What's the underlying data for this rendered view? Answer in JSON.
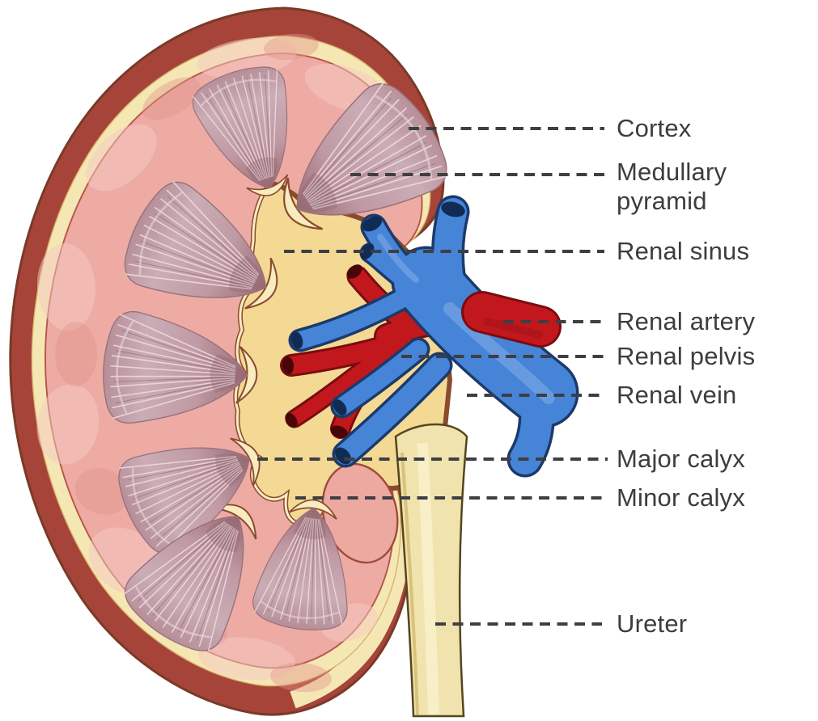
{
  "diagram": {
    "labels": [
      {
        "id": "cortex",
        "text": "Cortex"
      },
      {
        "id": "medullary-pyramid",
        "text": "Medullary\n pyramid"
      },
      {
        "id": "renal-sinus",
        "text": "Renal sinus"
      },
      {
        "id": "renal-artery",
        "text": "Renal artery"
      },
      {
        "id": "renal-pelvis",
        "text": "Renal pelvis"
      },
      {
        "id": "renal-vein",
        "text": "Renal vein"
      },
      {
        "id": "major-calyx",
        "text": "Major calyx"
      },
      {
        "id": "minor-calyx",
        "text": "Minor calyx"
      },
      {
        "id": "ureter",
        "text": "Ureter"
      }
    ]
  },
  "colors": {
    "background": "#ffffff",
    "label-text": "#3d3d40",
    "leader-line": "#3e3e44",
    "capsule-outer": "#a6443a",
    "outline-dark": "#7a3a28",
    "capsule-inner": "#f5e7b4",
    "cortex": "#edaba4",
    "medulla": "#b48b95",
    "sinus-fat": "#f3d993",
    "calyx-line": "#8a4a2e",
    "artery": "#c2181d",
    "artery-dark": "#7a0c0f",
    "artery-cap": "#490608",
    "vein": "#4684d8",
    "vein-dark": "#1b3a6b",
    "vein-cap": "#112c54",
    "ureter": "#f0e3ad",
    "ureter-outline": "#55451f"
  }
}
